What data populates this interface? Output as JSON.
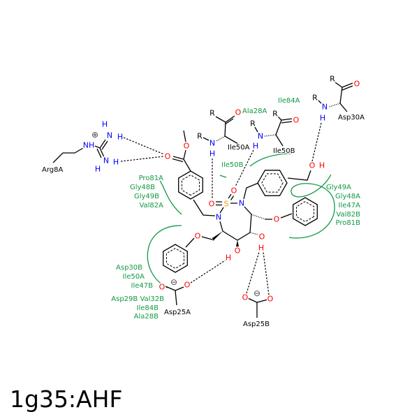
{
  "title": "1g35:AHF",
  "atoms": [
    "O",
    "O",
    "S",
    "N",
    "N",
    "O",
    "O",
    "H",
    "O",
    "H",
    "O",
    "O",
    "H",
    "O",
    "O",
    "NH",
    "N",
    "H",
    "H",
    "N",
    "H",
    "H",
    "R",
    "O",
    "R",
    "N",
    "H",
    "R",
    "N",
    "H",
    "R",
    "O",
    "R",
    "O",
    "R",
    "N",
    "H",
    "O",
    "O",
    "O",
    "O"
  ],
  "charges": [
    "⊕",
    "⊖",
    "⊖"
  ],
  "residues": {
    "arg8a": "Arg8A",
    "ile50a": "Ile50A",
    "ile50b": "Ile50B",
    "asp30a": "Asp30A",
    "asp25a": "Asp25A",
    "asp25b": "Asp25B"
  },
  "hydrophobic_contacts": {
    "ala28a": "Ala28A",
    "ile84a": "Ile84A",
    "ile50b": "Ile50B",
    "group_left": [
      "Pro81A",
      "Gly48B",
      "Gly49B",
      "Val82A"
    ],
    "group_right": [
      "Gly49A",
      "Gly48A",
      "Ile47A",
      "Val82B",
      "Pro81B"
    ],
    "group_bottom": [
      "Asp30B",
      "Ile50A",
      "Ile47B",
      "Asp29B Val32B",
      "Ile84B",
      "Ala28B"
    ]
  },
  "colors": {
    "oxygen": "#ff0000",
    "nitrogen": "#0000ff",
    "sulfur": "#e6a000",
    "contact": "#119944"
  }
}
